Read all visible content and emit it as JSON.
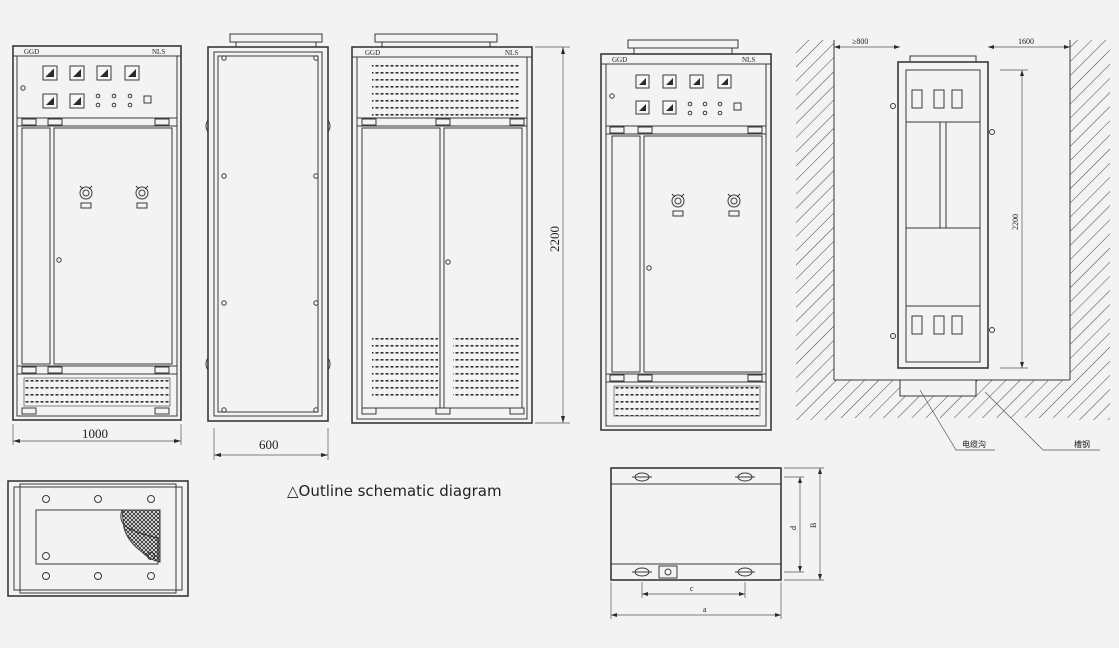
{
  "caption": "△Outline schematic diagram",
  "brand_left": "GGD",
  "brand_right": "NLS",
  "dims": {
    "front_width": "1000",
    "side_depth": "600",
    "height": "2200",
    "clear_front": "≥800",
    "clear_rear": "1600",
    "install_height": "2200"
  },
  "install_labels": {
    "cable_trench": "电缆沟",
    "channel_steel": "槽钢"
  },
  "base_labels": {
    "a": "a",
    "c": "c",
    "d": "d",
    "B": "B"
  },
  "colors": {
    "line": "#3a3a3a",
    "background": "#f3f3f3"
  }
}
